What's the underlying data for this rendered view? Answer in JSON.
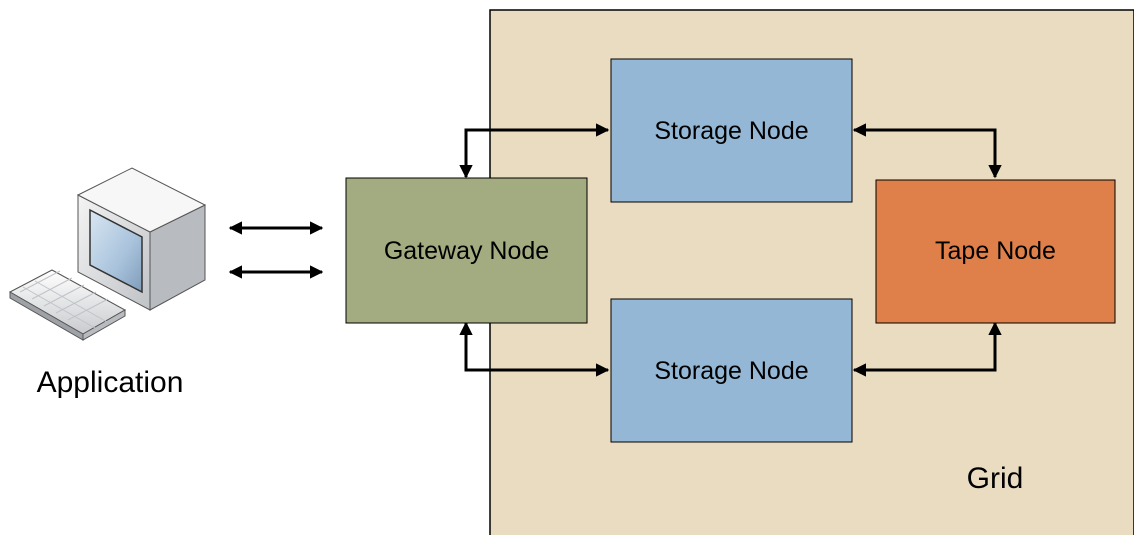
{
  "application": {
    "label": "Application",
    "icon": "desktop-computer-icon"
  },
  "grid": {
    "label": "Grid",
    "color": "#eadcc0"
  },
  "nodes": {
    "gateway": {
      "label": "Gateway Node",
      "color": "#a3ab80"
    },
    "storage_top": {
      "label": "Storage Node",
      "color": "#94b7d5"
    },
    "storage_bottom": {
      "label": "Storage Node",
      "color": "#94b7d5"
    },
    "tape": {
      "label": "Tape Node",
      "color": "#df7f49"
    }
  }
}
